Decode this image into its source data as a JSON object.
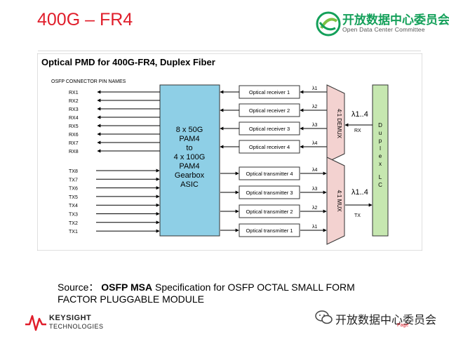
{
  "slide": {
    "title": "400G – FR4",
    "page_label": "Page"
  },
  "odcc": {
    "name_cn": "开放数据中心委员会",
    "name_en": "Open Data Center Committee",
    "logo_color": "#14a05a"
  },
  "diagram": {
    "title": "Optical PMD for 400G-FR4, Duplex Fiber",
    "connector_header": "OSFP CONNECTOR PIN NAMES",
    "rx_pins": [
      "RX1",
      "RX2",
      "RX3",
      "RX4",
      "RX5",
      "RX6",
      "RX7",
      "RX8"
    ],
    "tx_pins": [
      "TX8",
      "TX7",
      "TX6",
      "TX5",
      "TX4",
      "TX3",
      "TX2",
      "TX1"
    ],
    "asic_lines": [
      "8 x 50G",
      "PAM4",
      "to",
      "4 x 100G",
      "PAM4",
      "Gearbox",
      "ASIC"
    ],
    "receivers": [
      "Optical receiver 1",
      "Optical receiver 2",
      "Optical receiver 3",
      "Optical receiver 4"
    ],
    "receiver_lambdas": [
      "λ1",
      "λ2",
      "λ3",
      "λ4"
    ],
    "transmitters": [
      "Optical transmitter 4",
      "Optical transmitter 3",
      "Optical transmitter 2",
      "Optical transmitter 1"
    ],
    "transmitter_lambdas": [
      "λ4",
      "λ3",
      "λ2",
      "λ1"
    ],
    "demux_label": "4:1 DEMUX",
    "mux_label": "4:1 MUX",
    "rx_fiber_label": "λ1..4",
    "tx_fiber_label": "λ1..4",
    "rx_label": "RX",
    "tx_label": "TX",
    "duplex_label": "Duplex LC",
    "colors": {
      "asic_fill": "#8ecfe6",
      "mux_fill": "#f3d2d0",
      "duplex_fill": "#c6e7b0"
    }
  },
  "source": {
    "prefix": "Source：",
    "bold": "OSFP MSA",
    "line1_rest": "Specification for OSFP OCTAL SMALL FORM",
    "line2": "FACTOR PLUGGABLE MODULE"
  },
  "keysight": {
    "name": "KEYSIGHT",
    "sub": "TECHNOLOGIES",
    "logo_color": "#e01e2b"
  },
  "wechat": {
    "account_name": "开放数据中心委员会"
  }
}
